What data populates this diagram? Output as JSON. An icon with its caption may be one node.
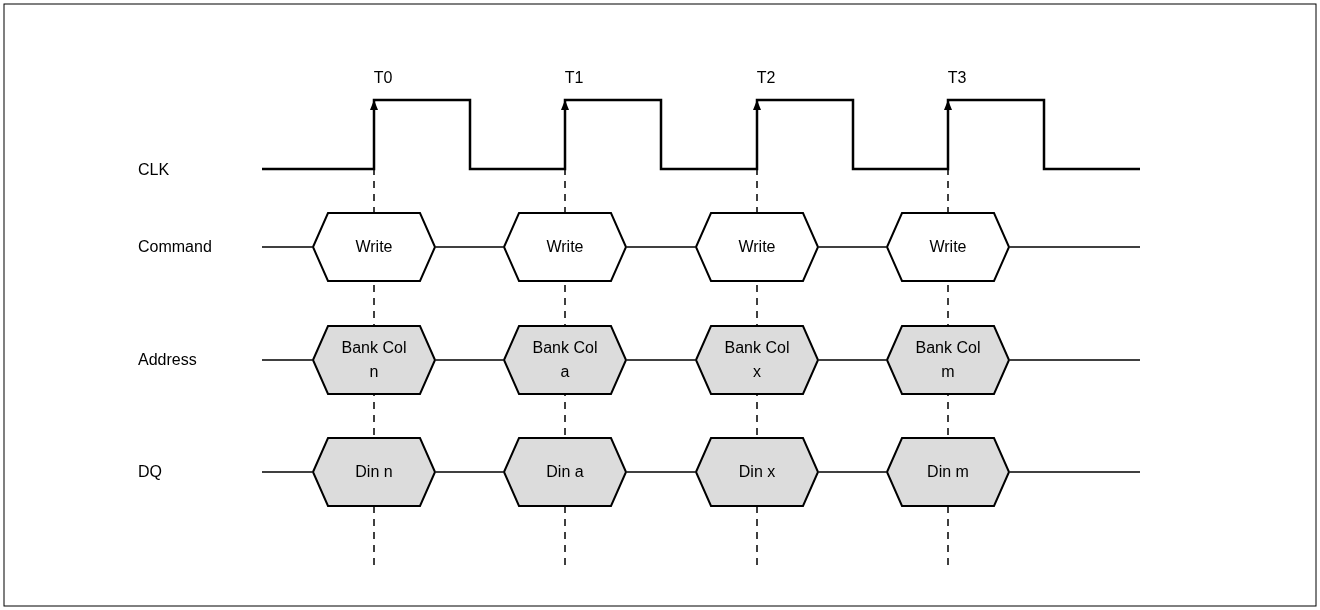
{
  "diagram": {
    "nodes": [
      {
        "text": [
          "Write"
        ]
      },
      {
        "text": [
          "Write"
        ]
      },
      {
        "text": [
          "Write"
        ]
      },
      {
        "text": [
          "Write"
        ]
      },
      {
        "text": [
          "Bank Col n"
        ]
      },
      {
        "text": [
          "Bank Col a"
        ]
      },
      {
        "text": [
          "Bank Col x"
        ]
      },
      {
        "text": [
          "Bank Col m"
        ]
      },
      {
        "text": [
          "Din n"
        ]
      },
      {
        "text": [
          "Din a"
        ]
      },
      {
        "text": [
          "Din x"
        ]
      },
      {
        "text": [
          "Din m"
        ]
      }
    ],
    "edges": [
      {
        "from": 0,
        "to": 1,
        "arrow": "none"
      },
      {
        "from": 1,
        "to": 2,
        "arrow": "none"
      },
      {
        "from": 2,
        "to": 3,
        "arrow": "none"
      },
      {
        "from": 4,
        "to": 5,
        "arrow": "none"
      },
      {
        "from": 5,
        "to": 6,
        "arrow": "none"
      },
      {
        "from": 6,
        "to": 7,
        "arrow": "none"
      },
      {
        "from": 8,
        "to": 9,
        "arrow": "none"
      },
      {
        "from": 9,
        "to": 10,
        "arrow": "none"
      },
      {
        "from": 10,
        "to": 11,
        "arrow": "none"
      }
    ],
    "labels": [
      "T0",
      "T1",
      "T2",
      "T3",
      "CLK",
      "Command",
      "Address",
      "DQ"
    ]
  }
}
